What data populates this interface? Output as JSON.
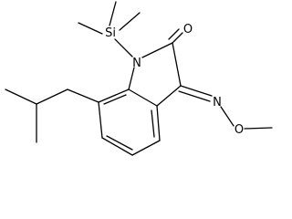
{
  "molecule": {
    "atoms": {
      "si": "Si",
      "n1": "N",
      "o_carbonyl": "O",
      "n_oxime": "N",
      "o_ether": "O"
    }
  }
}
